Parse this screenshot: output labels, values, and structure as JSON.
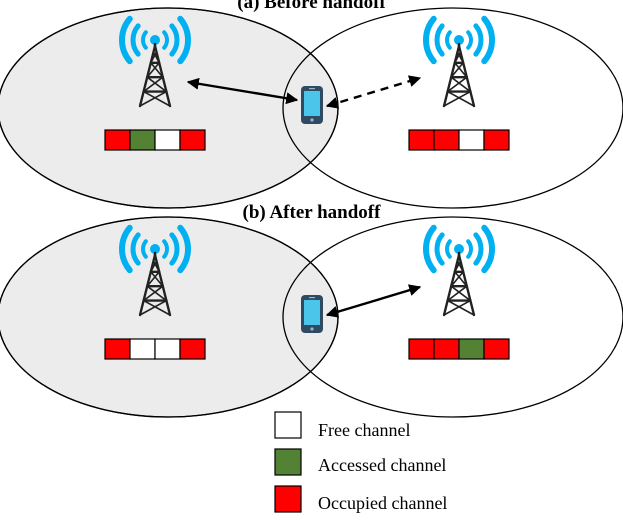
{
  "panels": [
    {
      "title": "(a) Before handoff",
      "left_channels": [
        "occupied",
        "accessed",
        "free",
        "occupied"
      ],
      "right_channels": [
        "occupied",
        "occupied",
        "free",
        "occupied"
      ],
      "active_link": "left",
      "pending_link": "right"
    },
    {
      "title": "(b) After handoff",
      "left_channels": [
        "occupied",
        "free",
        "free",
        "occupied"
      ],
      "right_channels": [
        "occupied",
        "occupied",
        "accessed",
        "occupied"
      ],
      "active_link": "right",
      "pending_link": null
    }
  ],
  "legend": [
    {
      "state": "free",
      "label": "Free channel"
    },
    {
      "state": "accessed",
      "label": "Accessed channel"
    },
    {
      "state": "occupied",
      "label": "Occupied channel"
    }
  ],
  "colors": {
    "free": "#ffffff",
    "accessed": "#548235",
    "occupied": "#ff0000",
    "cell_fill": "#ececec",
    "signal": "#00b0f0",
    "phone_screen": "#4bc6ea",
    "phone_body": "#2f4a63"
  }
}
